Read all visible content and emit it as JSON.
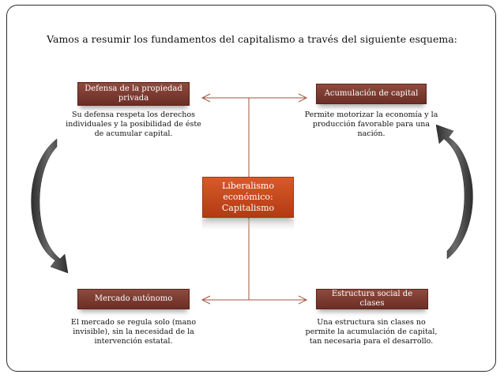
{
  "heading": "Vamos a resumir los fundamentos del capitalismo a través del siguiente esquema:",
  "center": {
    "line1": "Liberalismo",
    "line2": "económico:",
    "line3": "Capitalismo"
  },
  "top_left": {
    "title_line1": "Defensa de la propiedad",
    "title_line2": "privada",
    "desc_line1": "Su defensa respeta los derechos",
    "desc_line2": "individuales y la posibilidad de éste",
    "desc_line3": "de acumular capital."
  },
  "top_right": {
    "title": "Acumulación de capital",
    "desc_line1": "Permite motorizar la economía y la",
    "desc_line2": "producción favorable para una",
    "desc_line3": "nación."
  },
  "bottom_left": {
    "title": "Mercado autónomo",
    "desc_line1": "El mercado se regula solo (mano",
    "desc_line2": "invisible), sin la necesidad de la",
    "desc_line3": "intervención estatal."
  },
  "bottom_right": {
    "title": "Estructura social de clases",
    "desc_line1": "Una estructura sin clases no",
    "desc_line2": "permite la acumulación de capital,",
    "desc_line3": "tan necesaria para el desarrollo."
  },
  "colors": {
    "box": "#7a3a30",
    "center_box": "#c8461c",
    "connector": "#a0533f",
    "curved_arrow": "#3f3f3f"
  }
}
